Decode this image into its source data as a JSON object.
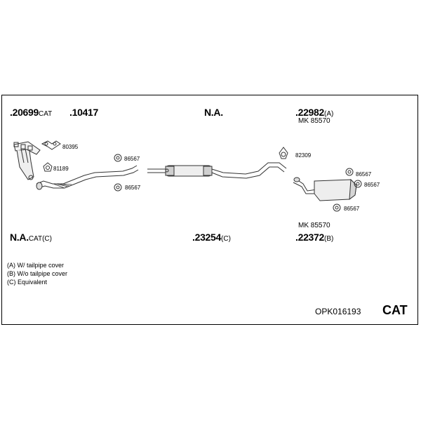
{
  "parts": {
    "p20699": {
      "num": ".20699",
      "suffix": "CAT"
    },
    "p10417": {
      "num": ".10417",
      "suffix": ""
    },
    "na_top": {
      "num": "N.A.",
      "suffix": ""
    },
    "p22982": {
      "num": ".22982",
      "suffix": "(A)"
    },
    "mk_top": "MK 85570",
    "na_cat": {
      "num": "N.A.",
      "suffix": "CAT(C)"
    },
    "p23254": {
      "num": ".23254",
      "suffix": "(C)"
    },
    "mk_bottom": "MK 85570",
    "p22372": {
      "num": ".22372",
      "suffix": "(B)"
    }
  },
  "small_labels": {
    "s80395": "80395",
    "s81189": "81189",
    "s86567_a": "86567",
    "s86567_b": "86567",
    "s82309": "82309",
    "s86567_c": "86567",
    "s86567_d": "86567",
    "s86567_e": "86567"
  },
  "legend": {
    "a": "(A) W/ tailpipe cover",
    "b": "(B) W/o tailpipe cover",
    "c": "(C) Equivalent"
  },
  "kit_code": "OPK016193",
  "kit_type": "CAT",
  "icons": [
    "manifold-icon",
    "clamp-icon",
    "rubber-hanger-icon",
    "center-pipe-icon",
    "rear-muffler-icon"
  ]
}
